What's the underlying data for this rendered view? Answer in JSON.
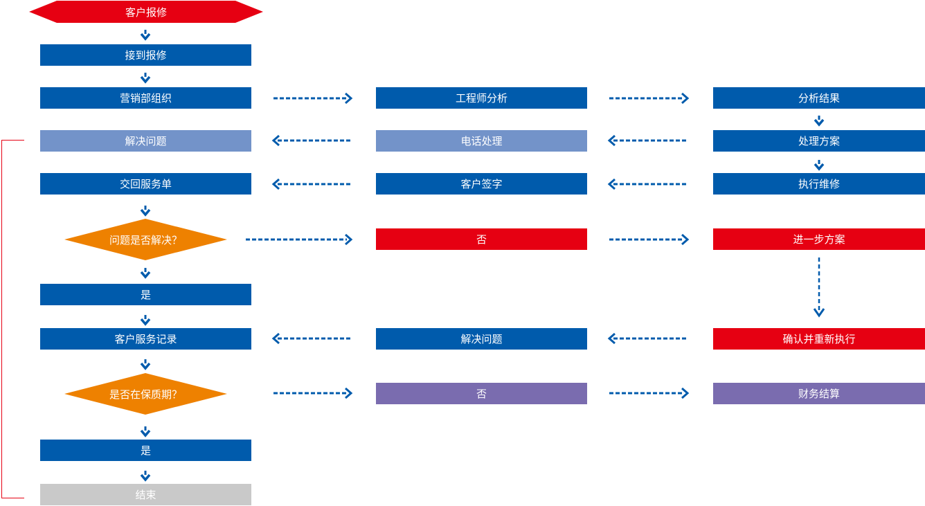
{
  "colors": {
    "primary_blue": "#005bac",
    "light_blue": "#7393c9",
    "red": "#e60012",
    "orange": "#ee8100",
    "purple": "#7a6caf",
    "gray": "#c9c9c9",
    "arrow_blue": "#005bac"
  },
  "left_column": {
    "start": "客户报修",
    "receive": "接到报修",
    "marketing": "营销部组织",
    "resolve": "解决问题",
    "return_order": "交回服务单",
    "decision_resolved": "问题是否解决？",
    "yes_1": "是",
    "service_record": "客户服务记录",
    "decision_warranty": "是否在保质期？",
    "yes_2": "是",
    "end": "结束"
  },
  "middle_column": {
    "engineer_analysis": "工程师分析",
    "phone_handling": "电话处理",
    "customer_sign": "客户签字",
    "no_1": "否",
    "resolve": "解决问题",
    "no_2": "否"
  },
  "right_column": {
    "analysis_result": "分析结果",
    "plan": "处理方案",
    "execute_repair": "执行维修",
    "further_plan": "进一步方案",
    "confirm_reexecute": "确认并重新执行",
    "financial_settlement": "财务结算"
  }
}
